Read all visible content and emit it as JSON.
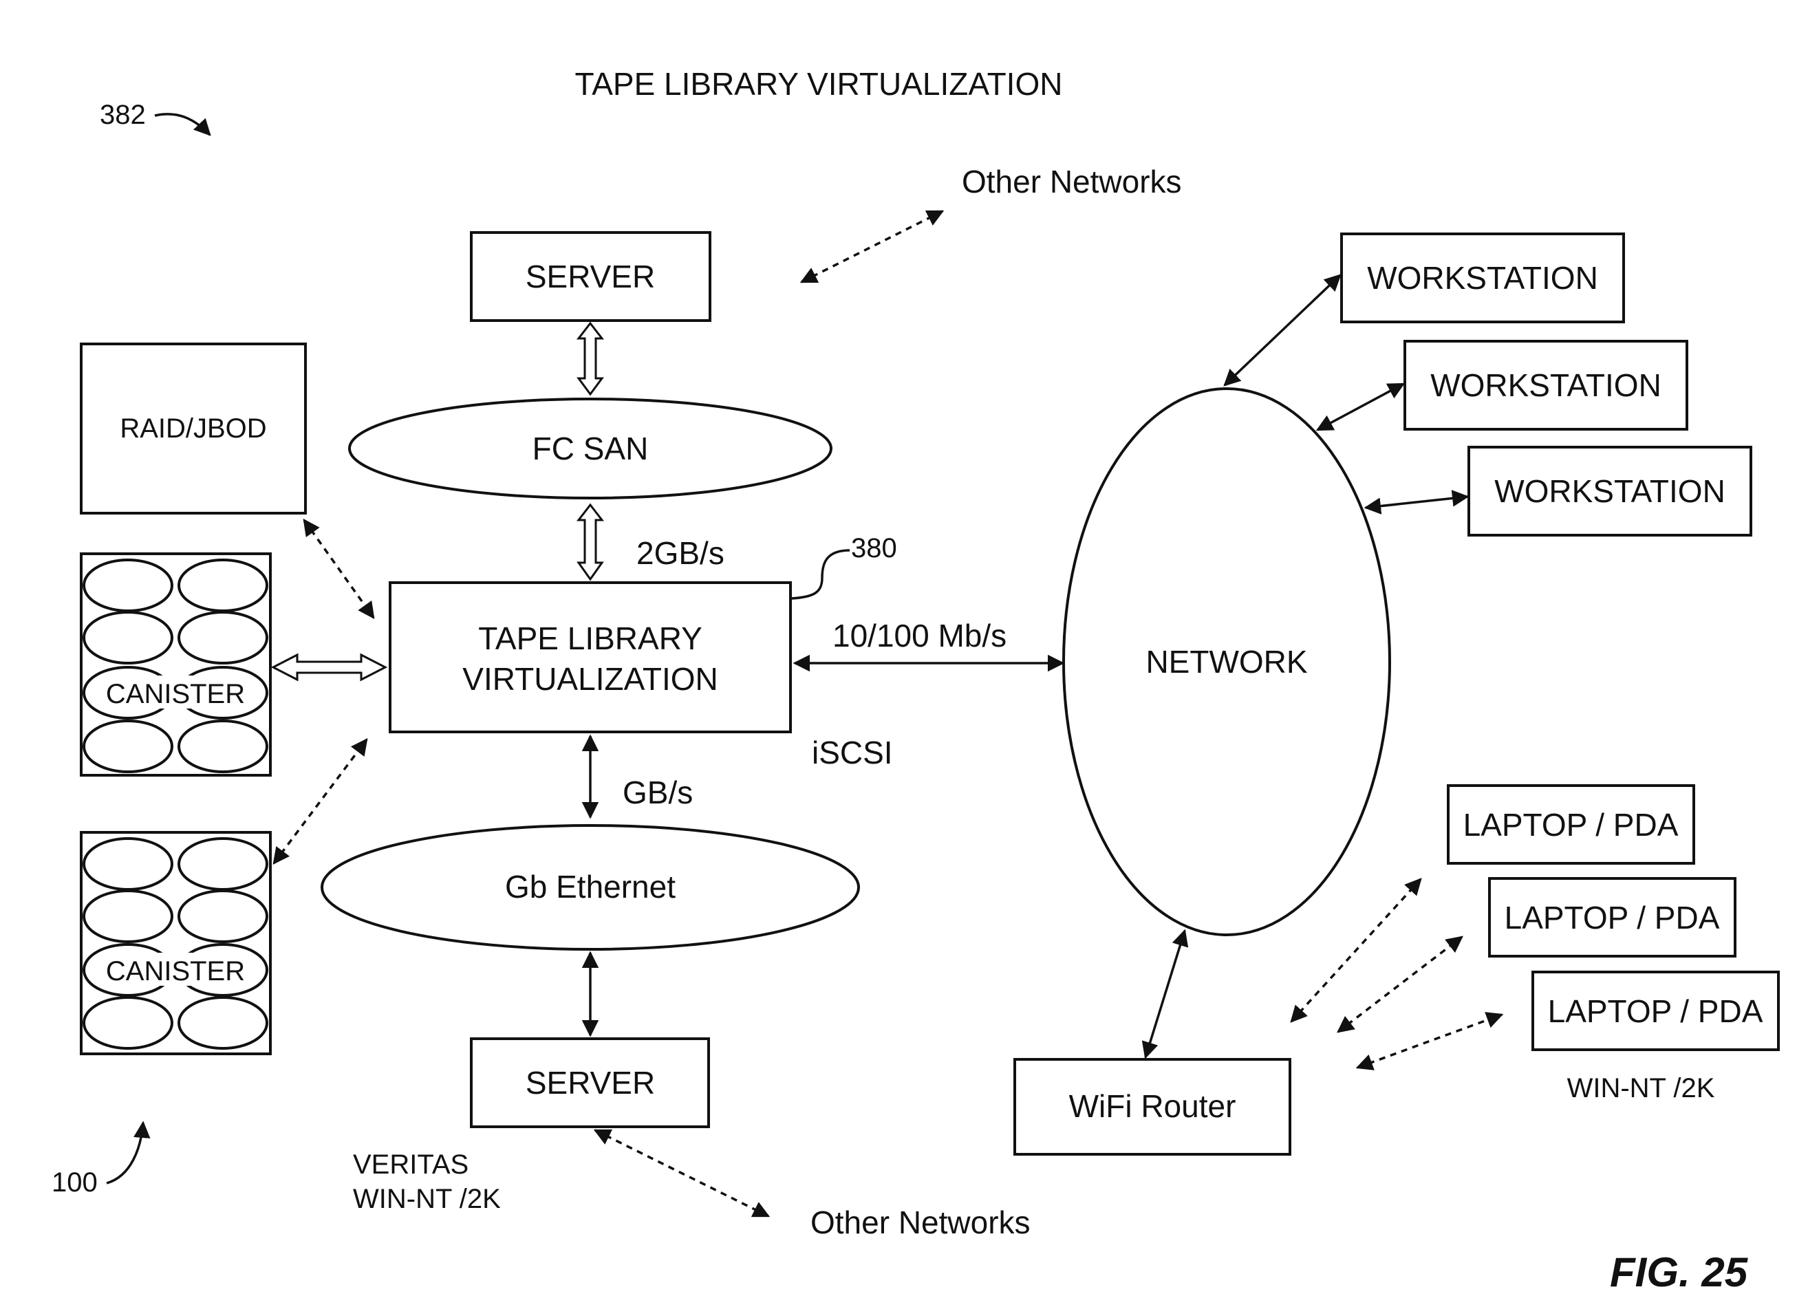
{
  "diagram": {
    "title": "TAPE LIBRARY VIRTUALIZATION",
    "figure_label": "FIG. 25",
    "ref_382": "382",
    "ref_380": "380",
    "ref_100": "100",
    "other_networks_top": "Other Networks",
    "other_networks_bottom": "Other Networks",
    "server_top": "SERVER",
    "server_bottom": "SERVER",
    "fc_san": "FC SAN",
    "gb_ethernet": "Gb Ethernet",
    "tlv_line1": "TAPE LIBRARY",
    "tlv_line2": "VIRTUALIZATION",
    "raid": "RAID/JBOD",
    "canister_1": "CANISTER",
    "canister_2": "CANISTER",
    "speed_2gb": "2GB/s",
    "speed_10_100": "10/100 Mb/s",
    "iscsi": "iSCSI",
    "speed_gb": "GB/s",
    "network": "NETWORK",
    "workstation_1": "WORKSTATION",
    "workstation_2": "WORKSTATION",
    "workstation_3": "WORKSTATION",
    "laptop_1": "LAPTOP / PDA",
    "laptop_2": "LAPTOP / PDA",
    "laptop_3": "LAPTOP / PDA",
    "wifi_router": "WiFi Router",
    "veritas_line1": "VERITAS",
    "veritas_line2": "WIN-NT /2K",
    "win_nt_right": "WIN-NT /2K"
  }
}
